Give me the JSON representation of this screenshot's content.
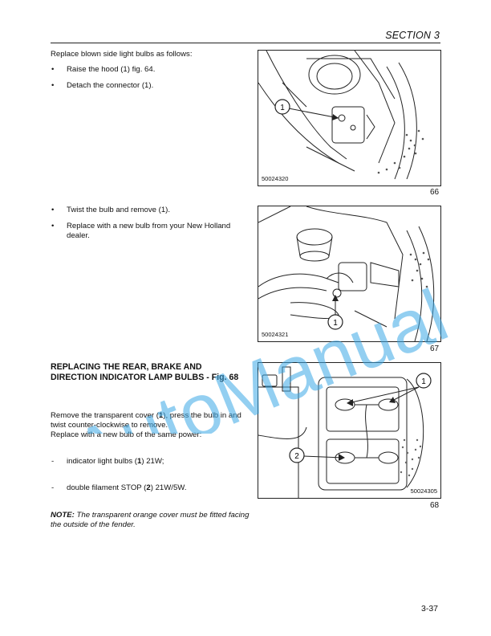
{
  "header": {
    "section": "SECTION 3"
  },
  "intro": "Replace blown side light bulbs as follows:",
  "steps_a": [
    {
      "mark": "•",
      "text": "Raise the hood (1) fig. 64."
    },
    {
      "mark": "•",
      "text": "Detach the connector (1)."
    }
  ],
  "steps_b": [
    {
      "mark": "•",
      "text": "Twist the bulb and remove (1)."
    },
    {
      "mark": "•",
      "text": "Replace with a new bulb from your New Holland dealer."
    }
  ],
  "heading": "REPLACING THE REAR, BRAKE AND DIRECTION INDICATOR LAMP BULBS - Fig. 68",
  "procedure": {
    "line1_pre": "Remove the transparent cover (",
    "line1_num": "1",
    "line1_post": "), press the bulb in and twist counter-clockwise to remove.",
    "line2": "Replace with a new bulb of the same power:"
  },
  "specs": [
    {
      "mark": "-",
      "pre": "indicator light bulbs (",
      "num": "1",
      "post": ") 21W;"
    },
    {
      "mark": "-",
      "pre": "double filament STOP (",
      "num": "2",
      "post": ") 21W/5W."
    }
  ],
  "note": {
    "label": "NOTE:",
    "text": "The transparent orange cover must be fitted facing the outside of the fender."
  },
  "figures": [
    {
      "code": "50024320",
      "number": "66",
      "callouts": [
        "1"
      ]
    },
    {
      "code": "50024321",
      "number": "67",
      "callouts": [
        "1"
      ]
    },
    {
      "code": "50024305",
      "number": "68",
      "callouts": [
        "1",
        "2"
      ]
    }
  ],
  "watermark": "AutoManual",
  "page_number": "3-37",
  "colors": {
    "watermark": "#3aa8e6",
    "rule": "#222222"
  }
}
